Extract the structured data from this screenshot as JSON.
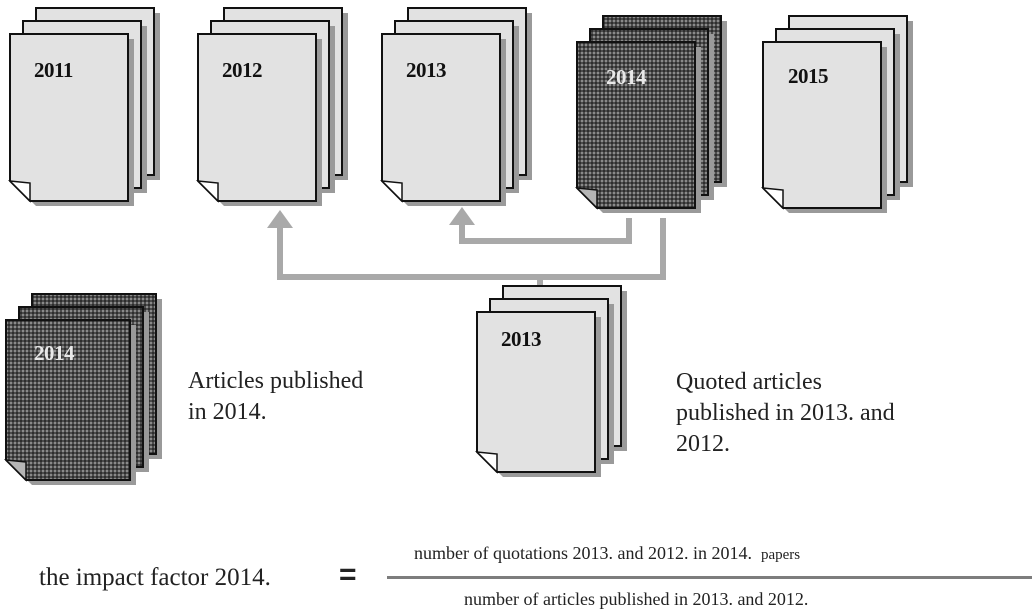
{
  "documents": [
    {
      "year": "2011",
      "style": "light"
    },
    {
      "year": "2012",
      "style": "light"
    },
    {
      "year": "2013",
      "style": "light"
    },
    {
      "year": "2014",
      "style": "dark"
    },
    {
      "year": "2015",
      "style": "light"
    }
  ],
  "legend": {
    "cited_year": "2014",
    "cited_caption": "Articles published\nin 2014.",
    "quoted_year": "2013",
    "quoted_caption": "Quoted articles\npublished in 2013. and\n2012."
  },
  "formula": {
    "left": "the impact factor 2014.",
    "equals": "=",
    "numerator": "number of quotations 2013. and 2012. in 2014.",
    "numerator_tail": "papers",
    "denominator": "number of articles published in 2013. and 2012."
  },
  "colors": {
    "page_light": "#e2e2e2",
    "page_dark": "#4c4c4c",
    "outline": "#111111",
    "shadow": "#9a9a9a",
    "arrow": "#a9a9a9"
  }
}
